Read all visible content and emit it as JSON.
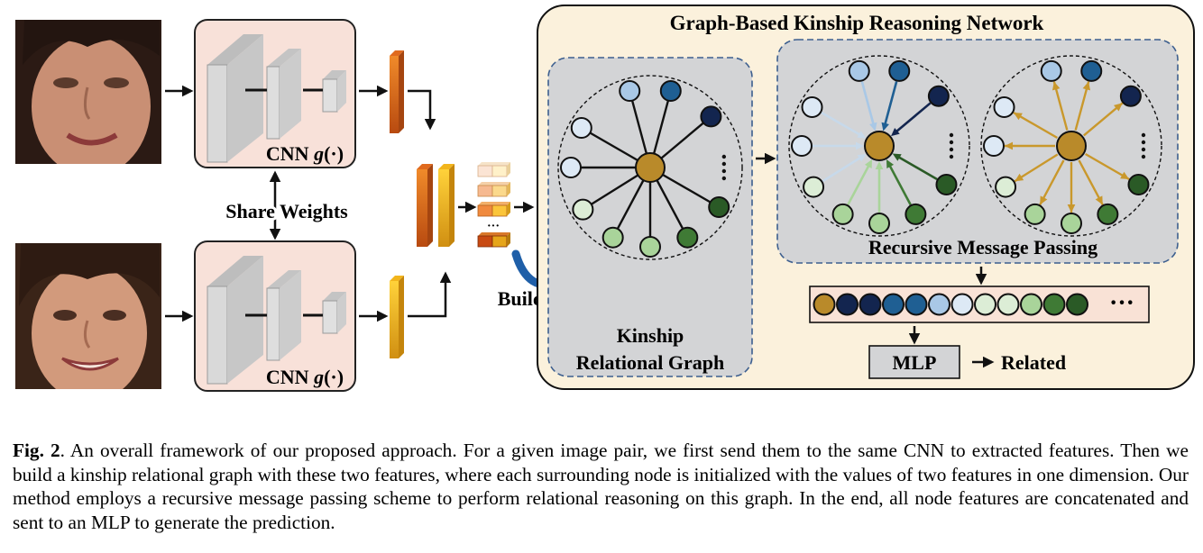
{
  "diagram": {
    "network_title": "Graph-Based Kinship Reasoning Network",
    "cnn_label_top": "CNN g(·)",
    "cnn_label_bottom": "CNN g(·)",
    "cnn_label_parts": [
      "CNN ",
      "g",
      "(·)"
    ],
    "share_weights": "Share Weights",
    "building_graph": "Building Graph",
    "kinship_graph_line1": "Kinship",
    "kinship_graph_line2": "Relational Graph",
    "message_passing": "Recursive Message Passing",
    "mlp": "MLP",
    "output": "Related",
    "ellipsis": "···",
    "colors": {
      "cnn_box": "#f8e1d9",
      "network_bg": "#fbf1dc",
      "graph_panel": "#d3d4d6",
      "center_node": "#b98a2a",
      "arrow_gold": "#c9982c",
      "dark_navy": "#13254f",
      "blue": "#1f5f93",
      "light_blue": "#a9c8e6",
      "pale_blue": "#dde9f5",
      "pale_green": "#dcedd6",
      "light_green": "#a9d49a",
      "green": "#3f7a35",
      "dark_green": "#2a5a26"
    }
  },
  "caption": {
    "label": "Fig. 2",
    "text": ".   An overall framework of our proposed approach. For a given image pair, we first send them to the same CNN to extracted features. Then we build a kinship relational graph with these two features, where each surrounding node is initialized with the values of two features in one dimension. Our method employs a recursive message passing scheme to perform relational reasoning on this graph. In the end, all node features are concatenated and sent to an MLP to generate the prediction."
  }
}
